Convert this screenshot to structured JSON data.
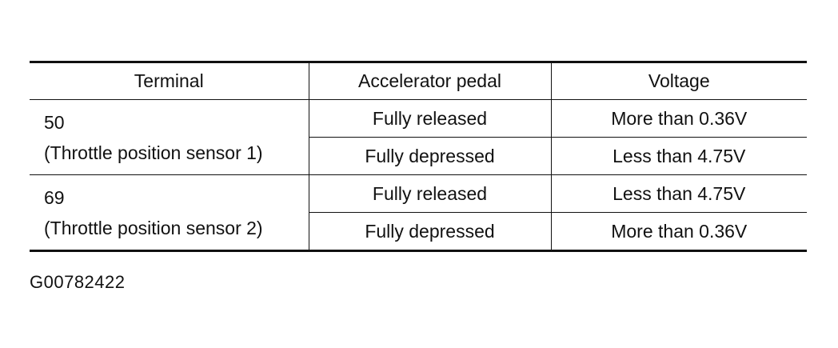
{
  "table": {
    "headers": {
      "terminal": "Terminal",
      "pedal": "Accelerator pedal",
      "voltage": "Voltage"
    },
    "groups": [
      {
        "terminal_no": "50",
        "terminal_desc": "(Throttle position sensor 1)",
        "rows": [
          {
            "pedal": "Fully released",
            "voltage": "More than 0.36V"
          },
          {
            "pedal": "Fully depressed",
            "voltage": "Less than 4.75V"
          }
        ]
      },
      {
        "terminal_no": "69",
        "terminal_desc": "(Throttle position sensor 2)",
        "rows": [
          {
            "pedal": "Fully released",
            "voltage": "Less than 4.75V"
          },
          {
            "pedal": "Fully depressed",
            "voltage": "More than 0.36V"
          }
        ]
      }
    ]
  },
  "figure_id": "G00782422"
}
